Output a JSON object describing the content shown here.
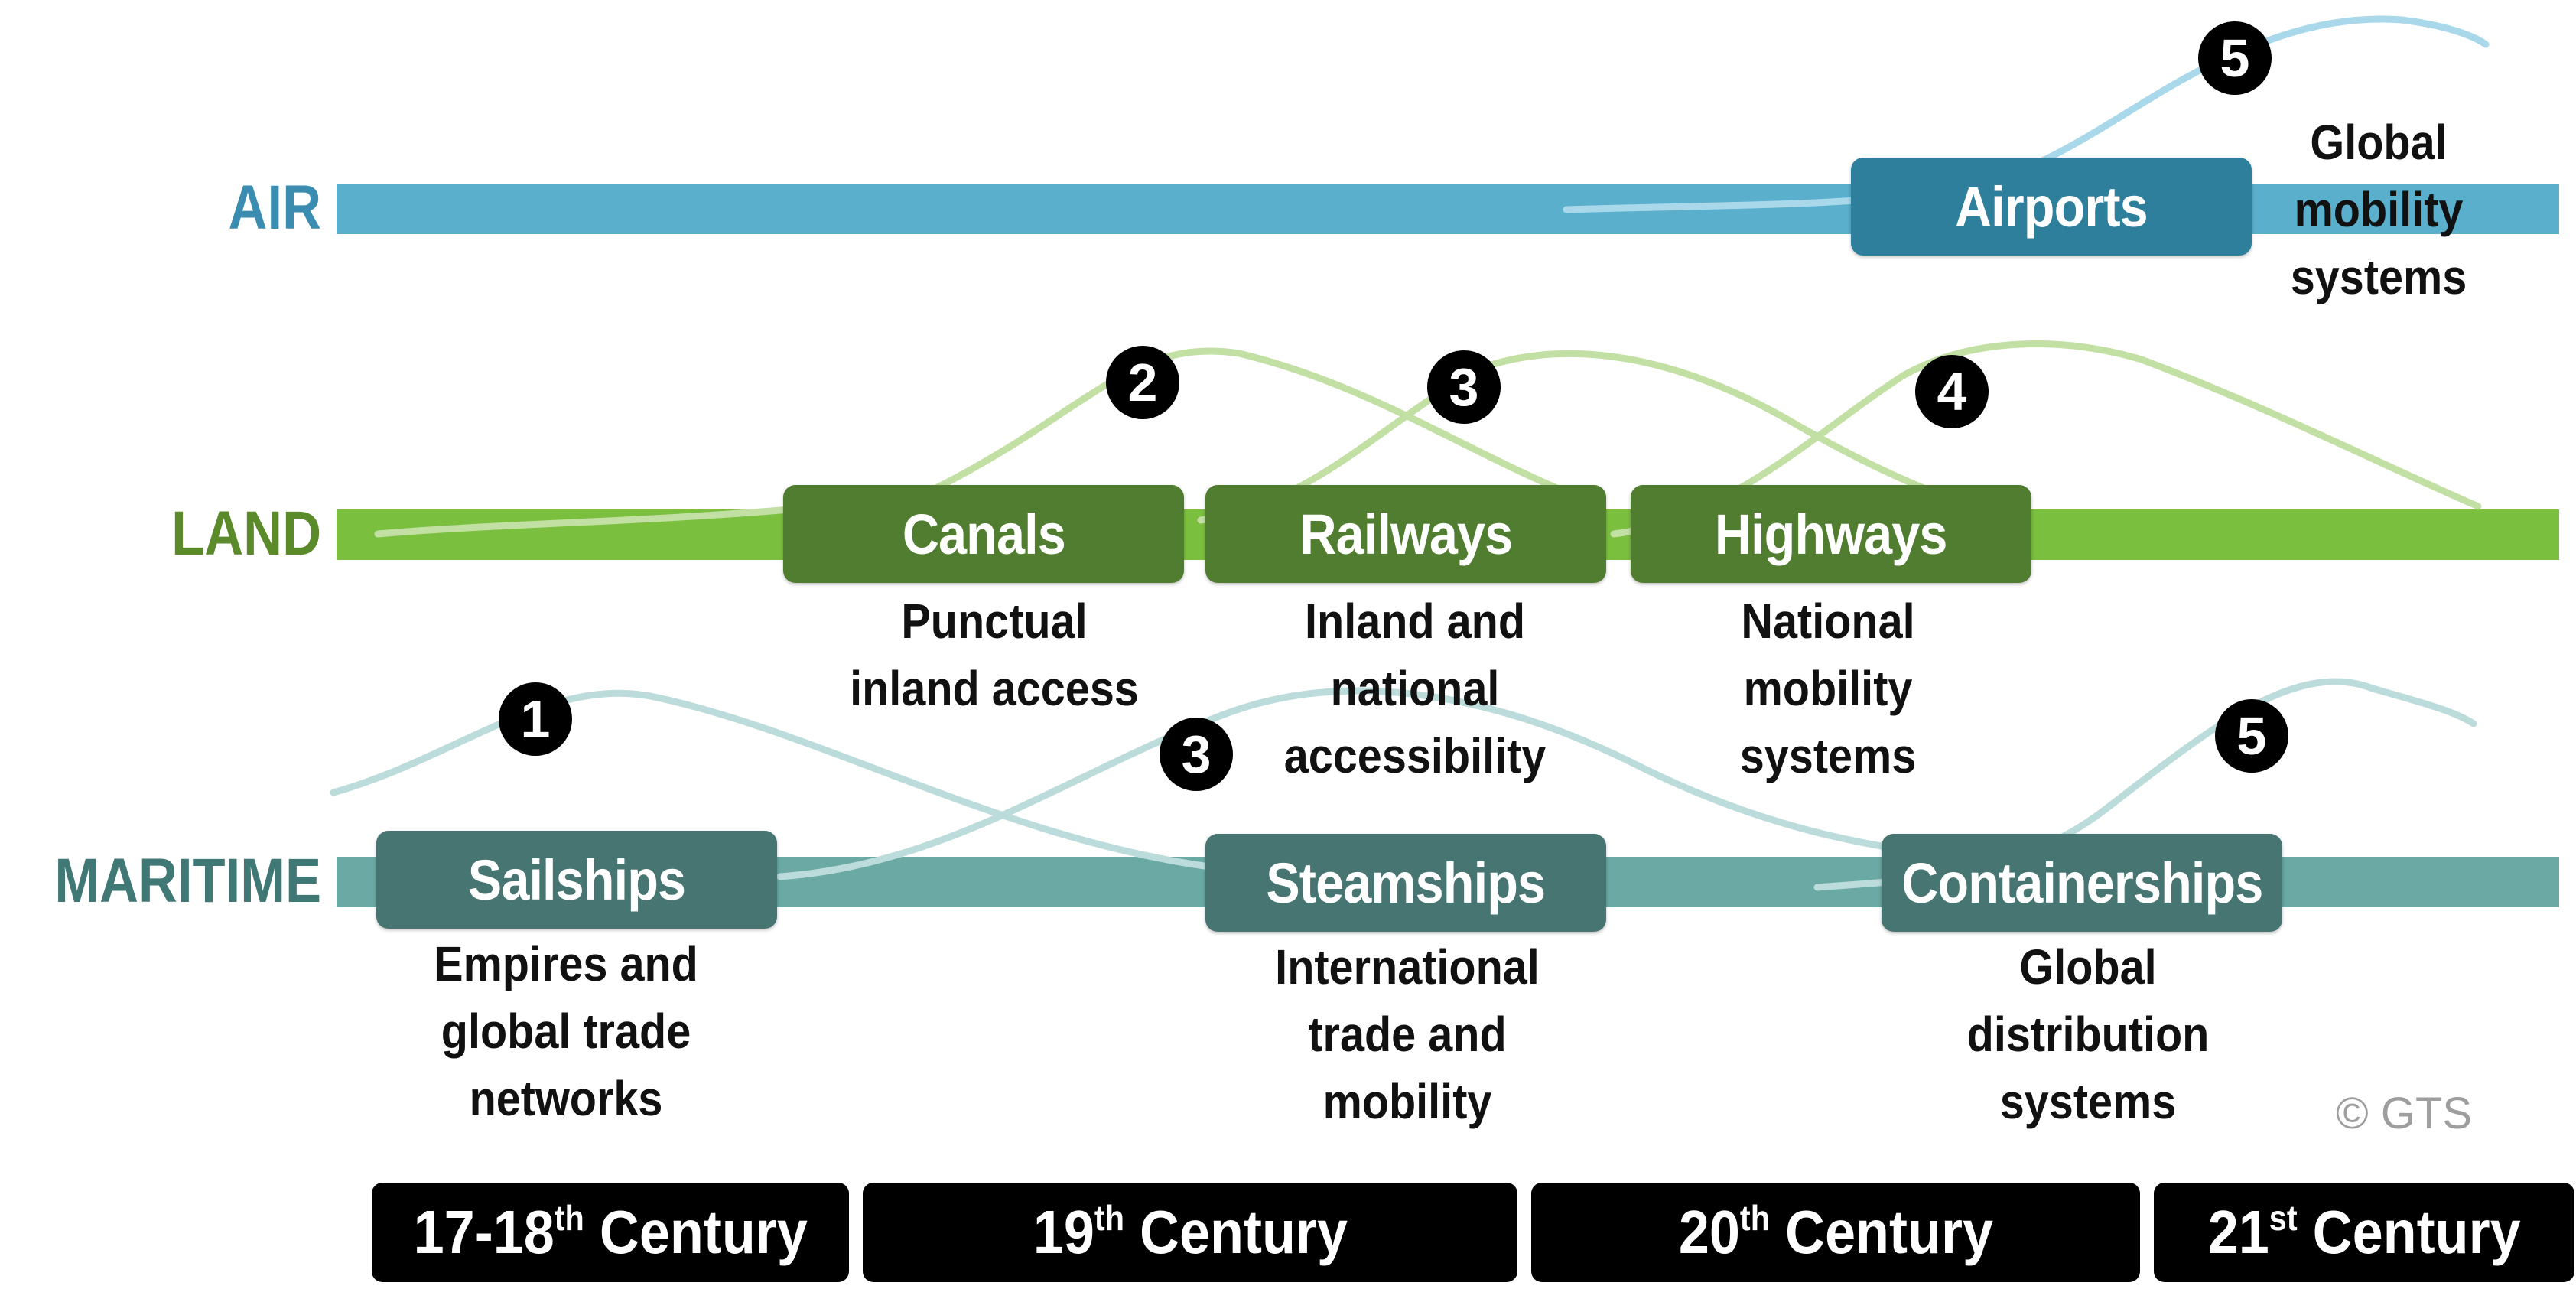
{
  "modes": {
    "air": {
      "label": "AIR",
      "color": "#5aafcc",
      "text_color": "#3a8db0"
    },
    "land": {
      "label": "LAND",
      "color": "#7bbf3f",
      "text_color": "#5a8a2a"
    },
    "maritime": {
      "label": "MARITIME",
      "color": "#6aa9a4",
      "text_color": "#3f7874"
    }
  },
  "nodes": {
    "airports": {
      "label": "Airports",
      "color": "#2e7f9b"
    },
    "canals": {
      "label": "Canals",
      "color": "#507d2f"
    },
    "railways": {
      "label": "Railways",
      "color": "#507d2f"
    },
    "highways": {
      "label": "Highways",
      "color": "#507d2f"
    },
    "sailships": {
      "label": "Sailships",
      "color": "#467572"
    },
    "steamships": {
      "label": "Steamships",
      "color": "#467572"
    },
    "containerships": {
      "label": "Containerships",
      "color": "#467572"
    }
  },
  "descriptions": {
    "air": [
      "Global",
      "mobility",
      "systems"
    ],
    "canals": [
      "Punctual",
      "inland access"
    ],
    "railways": [
      "Inland and",
      "national",
      "accessibility"
    ],
    "highways": [
      "National",
      "mobility",
      "systems"
    ],
    "sailships": [
      "Empires and",
      "global trade",
      "networks"
    ],
    "steamships": [
      "International",
      "trade and",
      "mobility"
    ],
    "containerships": [
      "Global",
      "distribution",
      "systems"
    ]
  },
  "badges": {
    "b1": "1",
    "b2": "2",
    "b3_land": "3",
    "b3_sea": "3",
    "b4": "4",
    "b5_air": "5",
    "b5_sea": "5"
  },
  "centuries": {
    "c1": {
      "main": "17-18",
      "sup": "th",
      "suffix": " Century"
    },
    "c2": {
      "main": "19",
      "sup": "th",
      "suffix": " Century"
    },
    "c3": {
      "main": "20",
      "sup": "th",
      "suffix": " Century"
    },
    "c4": {
      "main": "21",
      "sup": "st",
      "suffix": " Century"
    }
  },
  "curve_colors": {
    "air": "#a9d8ea",
    "land": "#c2e0a4",
    "maritime": "#bcdcdc"
  },
  "copyright": "© GTS"
}
